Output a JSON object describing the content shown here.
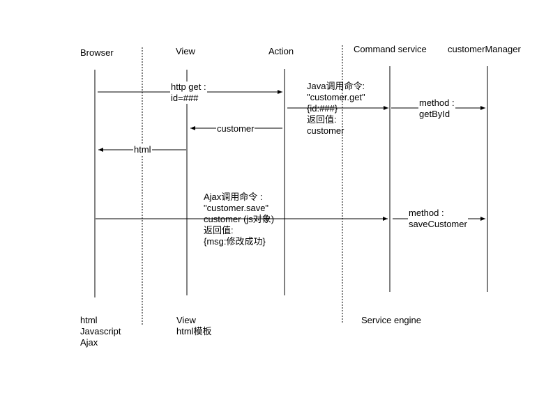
{
  "headers": {
    "browser": "Browser",
    "view": "View",
    "action": "Action",
    "command_service": "Command service",
    "customer_manager": "customerManager"
  },
  "messages": {
    "http_get": "http get :\nid=###",
    "customer": "customer",
    "html": "html",
    "java_call": "Java调用命令:\n\"customer.get\"\n{id:###}\n返回值:\ncustomer",
    "method_get": "method :\ngetById",
    "ajax_call": "Ajax调用命令 :\n\"customer.save\"\ncustomer (js对象)\n返回值:\n{msg:修改成功}",
    "method_save": "method :\nsaveCustomer"
  },
  "footer": {
    "browser_tech": "html\nJavascript\nAjax",
    "view_tech": "View\nhtml模板",
    "service_engine": "Service engine"
  }
}
